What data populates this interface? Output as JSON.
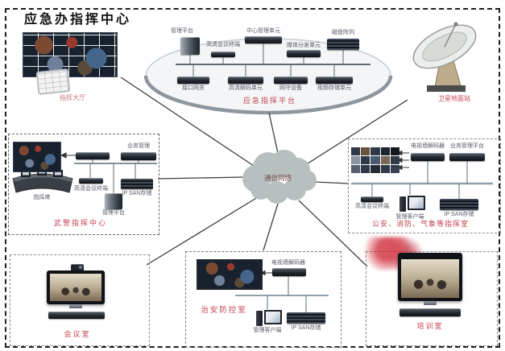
{
  "title": "应急办指挥中心",
  "cloud_label": "通信网络",
  "command_hall": {
    "label": "指挥大厅"
  },
  "satellite": {
    "label": "卫星地面站"
  },
  "platform": {
    "label": "应急指挥平台",
    "top": [
      "管理平台",
      "高清会议终端",
      "中心管理单元",
      "媒体分发单元",
      "磁盘阵列"
    ],
    "bottom": [
      "接口网关",
      "高清解码单元",
      "网守设备",
      "视频存储单元"
    ]
  },
  "armed_police": {
    "title": "武警指挥中心",
    "console": "指挥席",
    "biz_mgmt": "业务管理",
    "hd_terminal": "高清会议终端",
    "ipsan": "IP SAN存储",
    "mgmt_platform": "管理平台"
  },
  "agencies": {
    "title": "公安、消防、气象等指挥室",
    "decoder": "电视墙解码器",
    "biz_platform": "业务管理平台",
    "hd_terminal": "高清会议终端",
    "client": "管理客户端",
    "ipsan": "IP SAN存储"
  },
  "meeting_room": {
    "title": "会议室"
  },
  "security_room": {
    "title": "治安防控室",
    "decoder": "电视墙解码器",
    "client": "管理客户端",
    "ipsan": "IP SAN存储"
  },
  "training_room": {
    "title": "培训室"
  }
}
